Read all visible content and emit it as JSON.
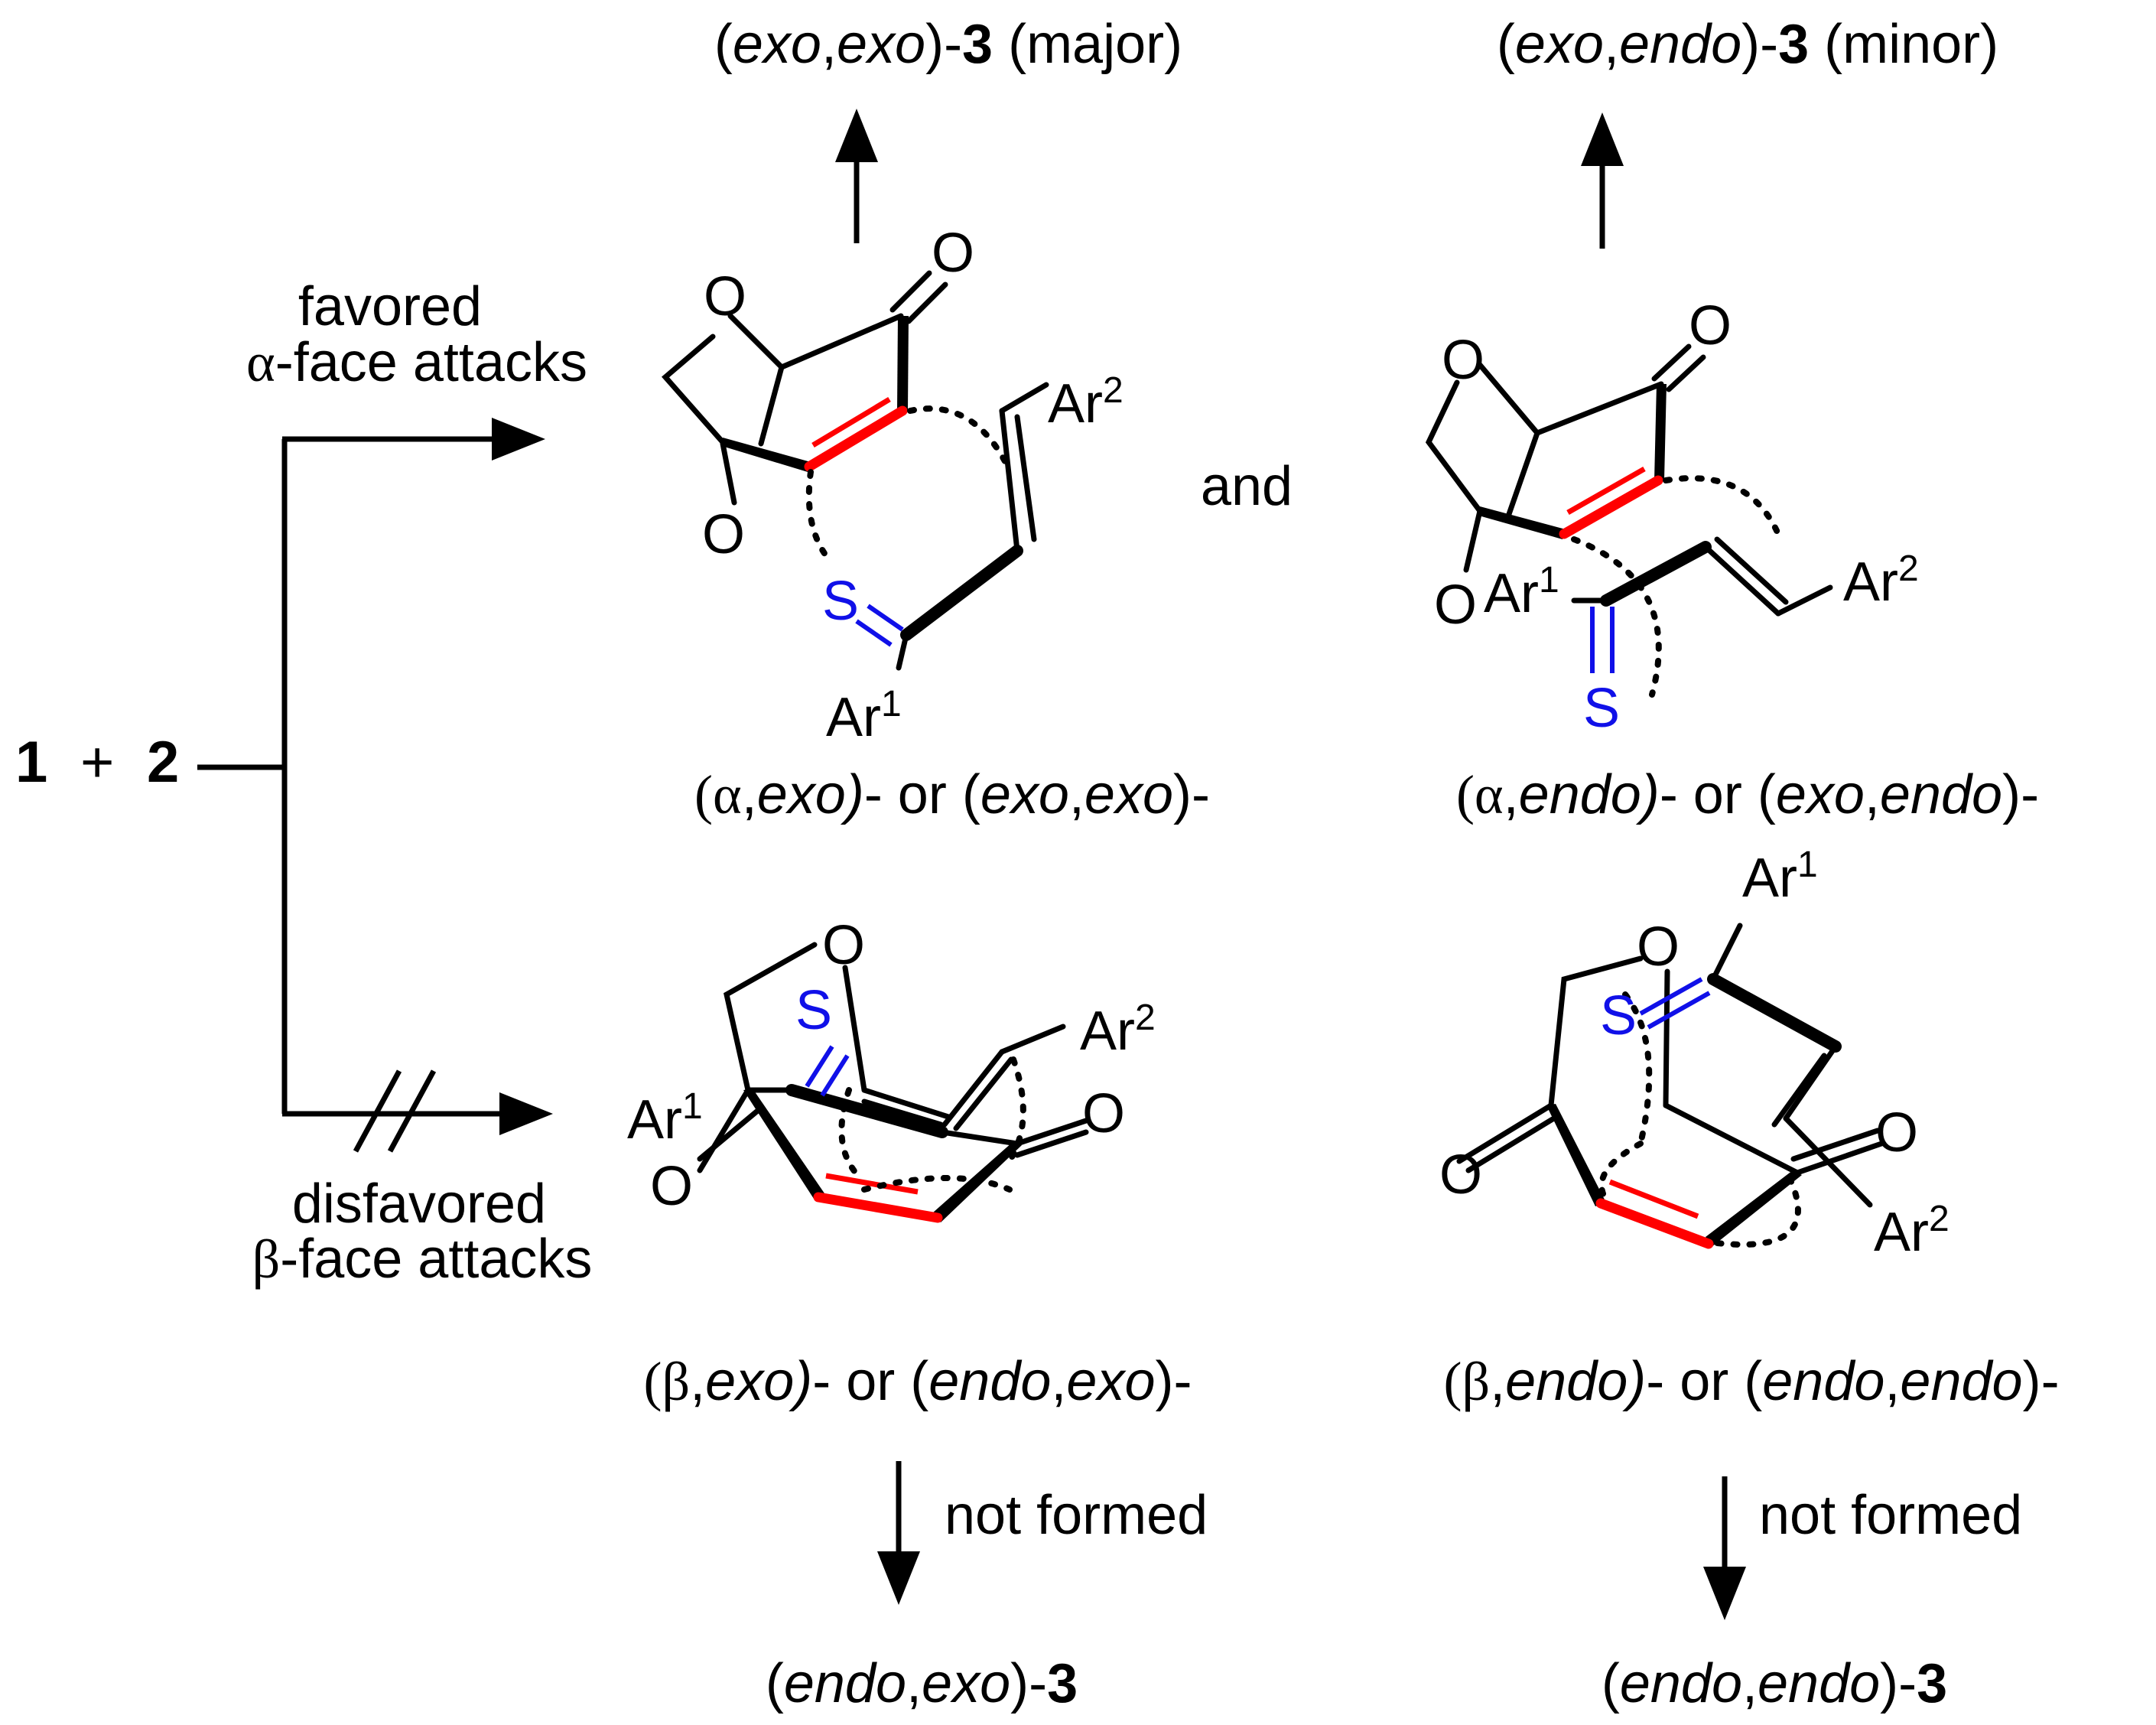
{
  "reactants": {
    "a": "1",
    "plus": "+",
    "b": "2"
  },
  "top_branch": {
    "line1": "favored",
    "line2_greek": "α",
    "line2_rest": "-face attacks"
  },
  "bottom_branch": {
    "line1": "disfavored",
    "line2_greek": "β",
    "line2_rest": "-face attacks"
  },
  "and_text": "and",
  "atoms": {
    "O": "O",
    "S": "S",
    "Ar": "Ar",
    "sup1": "1",
    "sup2": "2"
  },
  "products": {
    "major": {
      "p1": "(",
      "i1": "exo",
      "c": ",",
      "i2": "exo",
      "p2": ")-",
      "num": "3",
      "tail": " (major)"
    },
    "minor": {
      "p1": "(",
      "i1": "exo",
      "c": ",",
      "i2": "endo",
      "p2": ")-",
      "num": "3",
      "tail": " (minor)"
    },
    "bl": {
      "p1": "(",
      "i1": "endo",
      "c": ",",
      "i2": "exo",
      "p2": ")-",
      "num": "3"
    },
    "br": {
      "p1": "(",
      "i1": "endo",
      "c": ",",
      "i2": "endo",
      "p2": ")-",
      "num": "3"
    }
  },
  "ts_labels": {
    "tl": {
      "p1": "(",
      "g": "α",
      "c1": ",",
      "i1": "exo",
      "p2": ")",
      "mid": "- or (",
      "i2": "exo",
      "c2": ",",
      "i3": "exo",
      "p3": ")-"
    },
    "tr": {
      "p1": "(",
      "g": "α",
      "c1": ",",
      "i1": "endo",
      "p2": ")",
      "mid": "- or (",
      "i2": "exo",
      "c2": ",",
      "i3": "endo",
      "p3": ")-"
    },
    "bl": {
      "p1": "(",
      "g": "β",
      "c1": ",",
      "i1": "exo",
      "p2": ")",
      "mid": "- or (",
      "i2": "endo",
      "c2": ",",
      "i3": "exo",
      "p3": ")-"
    },
    "br": {
      "p1": "(",
      "g": "β",
      "c1": ",",
      "i1": "endo",
      "p2": ")",
      "mid": "- or (",
      "i2": "endo",
      "c2": ",",
      "i3": "endo",
      "p3": ")-"
    }
  },
  "not_formed": "not formed",
  "colors": {
    "new_bond": "#ff0000",
    "thione": "#1010e8"
  }
}
